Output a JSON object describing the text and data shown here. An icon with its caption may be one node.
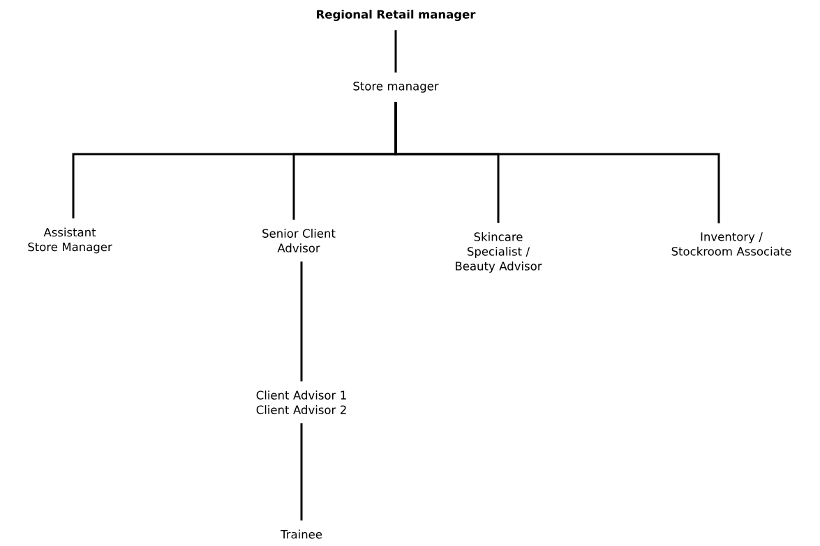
{
  "diagram": {
    "nodes": [
      {
        "text": [
          "Regional Retail manager"
        ]
      },
      {
        "text": [
          "Store manager"
        ]
      },
      {
        "text": [
          "Assistant Store Manager"
        ]
      },
      {
        "text": [
          "Senior Client Advisor"
        ]
      },
      {
        "text": [
          "Skincare Specialist / Beauty Advisor"
        ]
      },
      {
        "text": [
          "Inventory / Stockroom Associate"
        ]
      },
      {
        "text": [
          "Client Advisor 1",
          "Client Advisor 2"
        ]
      },
      {
        "text": [
          "Trainee"
        ]
      }
    ],
    "edges": [
      {
        "from": 0,
        "to": 1,
        "arrow": "none"
      },
      {
        "from": 1,
        "to": 2,
        "arrow": "none"
      },
      {
        "from": 1,
        "to": 3,
        "arrow": "none"
      },
      {
        "from": 1,
        "to": 4,
        "arrow": "none"
      },
      {
        "from": 1,
        "to": 5,
        "arrow": "none"
      },
      {
        "from": 3,
        "to": 6,
        "arrow": "none"
      },
      {
        "from": 6,
        "to": 7,
        "arrow": "none"
      }
    ]
  }
}
